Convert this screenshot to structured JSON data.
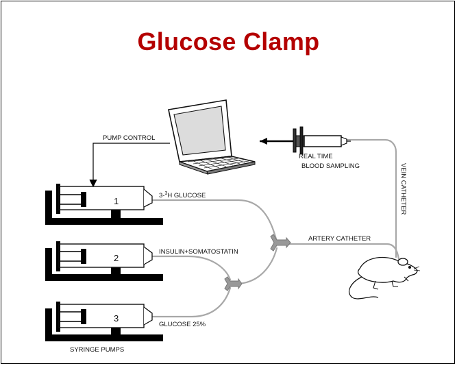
{
  "title": "Glucose Clamp",
  "labels": {
    "pump_control": "PUMP CONTROL",
    "real_time_line1": "REAL TIME",
    "real_time_line2": "BLOOD SAMPLING",
    "vein_catheter": "VEIN CATHETER",
    "artery_catheter": "ARTERY CATHETER",
    "line1_prefix": "3-",
    "line1_sup": "3",
    "line1_suffix": "H GLUCOSE",
    "line2": "INSULIN+SOMATOSTATIN",
    "line3": "GLUCOSE 25%",
    "syringe_pumps": "SYRINGE PUMPS"
  },
  "pumps": [
    "1",
    "2",
    "3"
  ],
  "colors": {
    "title": "#b40000",
    "tubing": "#a8a8a8",
    "ink": "#111111"
  },
  "icons": [
    "laptop-icon",
    "syringe-icon",
    "rat-icon",
    "syringe-pump-icon",
    "y-connector-icon"
  ]
}
